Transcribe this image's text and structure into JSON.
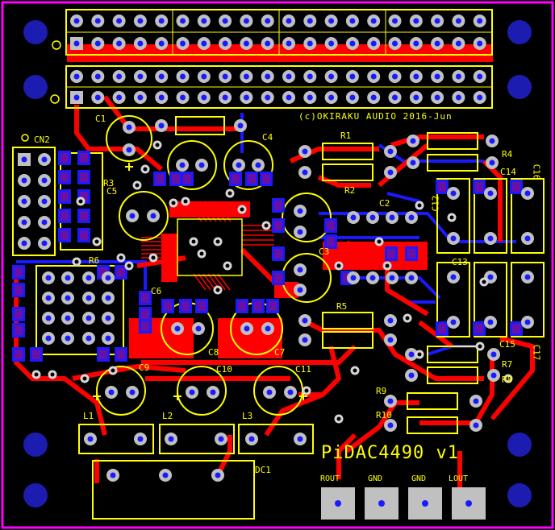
{
  "board": {
    "title": "PiDAC4490 v1",
    "copyright": "(c)OKIRAKU AUDIO 2016-Jun",
    "colors": {
      "background": "#000000",
      "top_copper": "#ff0000",
      "bottom_copper": "#1a1aff",
      "silkscreen": "#ffff00",
      "pad": "#c0c0c0",
      "via_ring": "#d6d6d6",
      "mounting_hole": "#1c1cb0",
      "board_outline": "#ff00ff"
    },
    "labels": {
      "cn2": "CN2",
      "c1": "C1",
      "c4": "C4",
      "c2": "C2",
      "c3": "C3",
      "c5": "C5",
      "c6": "C6",
      "c7": "C7",
      "c8": "C8",
      "c9": "C9",
      "c10": "C10",
      "c11": "C11",
      "c12": "C12",
      "c13": "C13",
      "c14": "C14",
      "c15": "C15",
      "c16": "C16",
      "c17": "C17",
      "r1": "R1",
      "r2": "R2",
      "r3": "R3",
      "r4": "R4",
      "r5": "R5",
      "r6": "R6",
      "r7": "R7",
      "r8": "R8",
      "r9": "R9",
      "r10": "R10",
      "l1": "L1",
      "l2": "L2",
      "l3": "L3",
      "dc1": "DC1",
      "rout": "ROUT",
      "gnd1": "GND",
      "gnd2": "GND",
      "lout": "LOUT"
    }
  }
}
